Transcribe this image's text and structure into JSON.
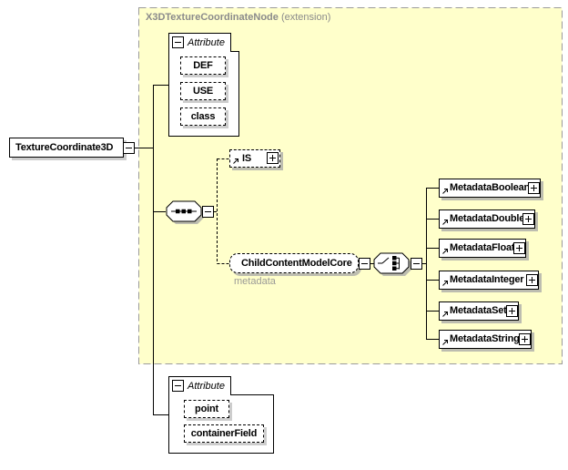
{
  "header": {
    "name": "X3DTextureCoordinateNode",
    "suffix": "(extension)"
  },
  "root": {
    "label": "TextureCoordinate3D"
  },
  "attribute_groups": [
    {
      "label": "Attribute",
      "attributes": [
        "DEF",
        "USE",
        "class"
      ]
    },
    {
      "label": "Attribute",
      "attributes": [
        "point",
        "containerField"
      ]
    }
  ],
  "model": {
    "is_ref": "IS",
    "group_ref": "ChildContentModelCore",
    "group_ref_annotation": "metadata",
    "choice_children": [
      "MetadataBoolean",
      "MetadataDouble",
      "MetadataFloat",
      "MetadataInteger",
      "MetadataSet",
      "MetadataString"
    ]
  },
  "icons": {
    "collapse": "minus-square",
    "expand": "plus-square",
    "reference": "arrow-up-right",
    "sequence": "sequence-compositor",
    "choice": "choice-compositor"
  },
  "colors": {
    "container_bg": "#FFFFCB",
    "container_border": "#9B9B9B",
    "header_text": "#8B8B8B",
    "annotation_text": "#9A9A96",
    "box_shadow_on_yellow": "#BDBDB0",
    "box_shadow_on_white": "#CDCDCD",
    "line": "#000000"
  }
}
